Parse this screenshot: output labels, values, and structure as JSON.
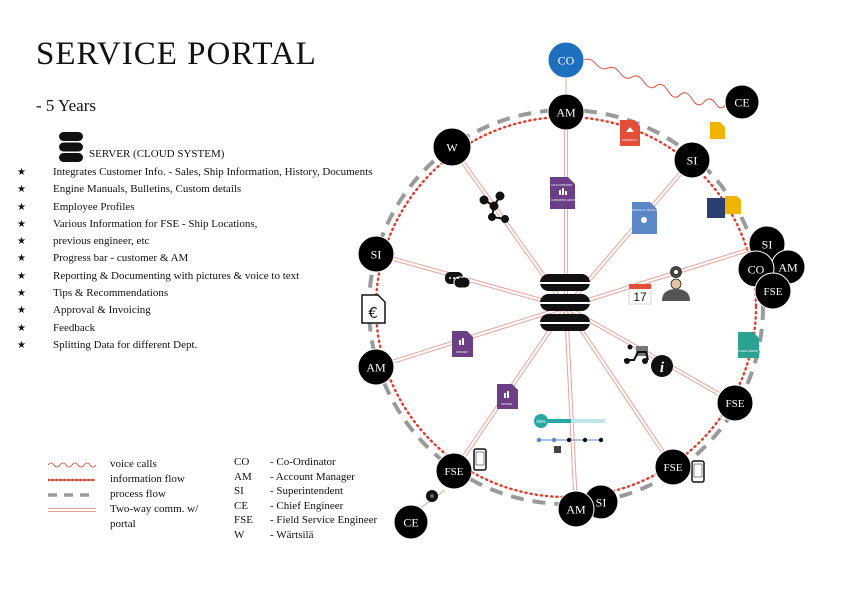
{
  "title": "SERVICE PORTAL",
  "subtitle": "- 5 Years",
  "server_label": "SERVER (CLOUD SYSTEM)",
  "features": [
    "Integrates Customer Info. - Sales, Ship Information, History, Documents",
    "Engine Manuals, Bulletins, Custom details",
    "Employee Profiles",
    "Various Information for FSE - Ship Locations,",
    "previous engineer, etc",
    "Progress bar - customer & AM",
    "Reporting & Documenting with pictures & voice to text",
    "Tips & Recommendations",
    "Approval & Invoicing",
    "Feedback",
    "Splitting Data for different Dept."
  ],
  "legend": [
    {
      "label": "voice calls",
      "style": "wavy"
    },
    {
      "label": "information flow",
      "style": "dotted"
    },
    {
      "label": "process flow",
      "style": "dashed"
    },
    {
      "label": "Two-way comm.  w/",
      "style": "double"
    },
    {
      "label": "portal",
      "style": "none"
    }
  ],
  "abbreviations": [
    {
      "key": "CO",
      "value": "- Co-Ordinator"
    },
    {
      "key": "AM",
      "value": "- Account Manager"
    },
    {
      "key": "SI",
      "value": "- Superintendent"
    },
    {
      "key": "CE",
      "value": "- Chief Engineer"
    },
    {
      "key": "FSE",
      "value": "- Field Service Engineer"
    },
    {
      "key": "W",
      "value": "- Wärtsilä"
    }
  ],
  "nodes": {
    "co_top": "CO",
    "am_top": "AM",
    "ce_top": "CE",
    "w": "W",
    "si_right": "SI",
    "si_cluster": "SI",
    "co_cluster": "CO",
    "am_cluster": "AM",
    "fse_cluster": "FSE",
    "si_left": "SI",
    "am_left": "AM",
    "fse_right": "FSE",
    "fse_bottom_right": "FSE",
    "am_bottom": "AM",
    "si_bottom": "SI",
    "fse_bottom_left": "FSE",
    "ce_bottom": "CE"
  },
  "doc_labels": {
    "old_report": "OLD REPORT",
    "recommend": "RECOMMEND ATIONS",
    "engine_manuals": "ENGINE MANUALS, BULLETINS, ETC",
    "proposal": "PROPOSAL",
    "report": "REPORT",
    "work_order": "WORK ORDER"
  },
  "calendar_day": "17",
  "progress_pct": "50%",
  "colors": {
    "node_fill": "#000000",
    "co_fill": "#1f6fbf",
    "info_flow": "#e23b2a",
    "process_flow": "#9a9a9a",
    "two_way": "#e8a49a",
    "doc_purple": "#6b3f86",
    "doc_blue": "#5b87c7",
    "doc_teal": "#2aa392",
    "doc_red": "#e44d3a",
    "doc_yellow": "#f0b400",
    "progress": "#27a8a3"
  }
}
